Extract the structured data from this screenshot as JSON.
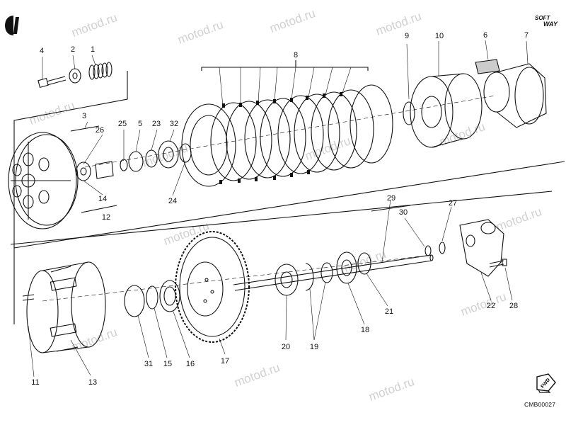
{
  "watermark": "motod.ru",
  "brand": {
    "line1": "SOFT",
    "line2": "WAY"
  },
  "drawing_code": "CMB00027",
  "fwd_label": "FWD",
  "icons": {
    "logo": "brand-logo-icon",
    "fwd": "forward-arrow-icon"
  },
  "callouts": {
    "p1": "1",
    "p2": "2",
    "p3": "3",
    "p4": "4",
    "p5": "5",
    "p6": "6",
    "p7": "7",
    "p8": "8",
    "p9": "9",
    "p10": "10",
    "p11": "11",
    "p12": "12",
    "p13": "13",
    "p14": "14",
    "p15": "15",
    "p16": "16",
    "p17": "17",
    "p18": "18",
    "p19": "19",
    "p20": "20",
    "p21": "21",
    "p22": "22",
    "p23": "23",
    "p24": "24",
    "p25": "25",
    "p26": "26",
    "p27": "27",
    "p28": "28",
    "p29": "29",
    "p30": "30",
    "p31": "31",
    "p32": "32"
  }
}
